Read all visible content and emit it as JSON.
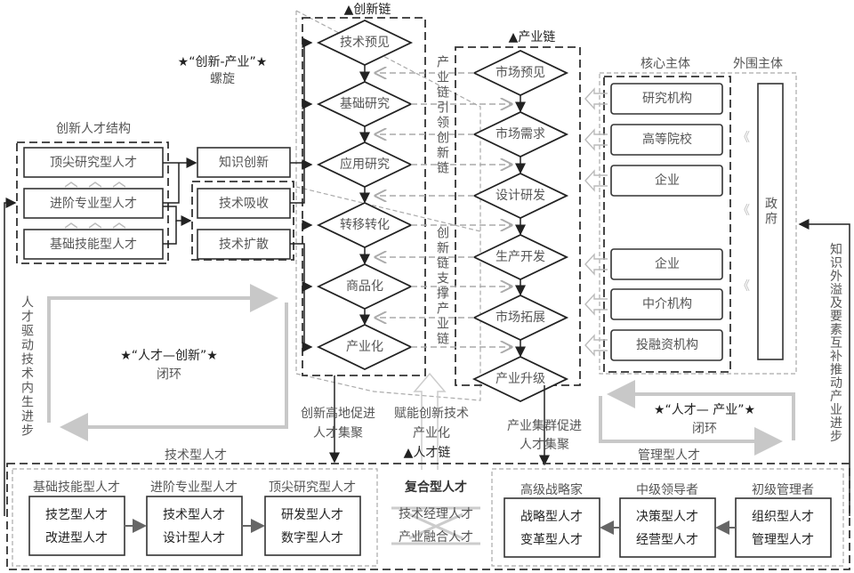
{
  "innovation_chain": {
    "title": "▲创新链",
    "nodes": [
      "技术预见",
      "基础研究",
      "应用研究",
      "转移转化",
      "商品化",
      "产业化"
    ]
  },
  "industry_chain": {
    "title": "▲产业链",
    "nodes": [
      "市场预见",
      "市场需求",
      "设计研发",
      "生产开发",
      "市场拓展",
      "产业升级"
    ]
  },
  "between_chains": {
    "upper": "产业链引领创新链",
    "lower": "创新链支撑产业链"
  },
  "spiral": {
    "title": "★“创新-产业”★",
    "subtitle": "螺旋"
  },
  "talent_structure": {
    "title": "创新人才结构",
    "items": [
      "顶尖研究型人才",
      "进阶专业型人才",
      "基础技能型人才"
    ]
  },
  "tech_processes": [
    "知识创新",
    "技术吸收",
    "技术扩散"
  ],
  "subjects": {
    "core_title": "核心主体",
    "outer_title": "外围主体",
    "core_items": [
      "研究机构",
      "高等院校",
      "企业",
      "企业",
      "中介机构",
      "投融资机构"
    ],
    "outer_item": "政府"
  },
  "left_side_text": "人才驱动技术内生进步",
  "right_side_text": "知识外溢及要素互补推动产业进步",
  "talent_innovation_loop": {
    "title": "★“人才—创新”★",
    "subtitle": "闭环"
  },
  "talent_industry_loop": {
    "title": "★“人才— 产业”★",
    "subtitle": "闭环"
  },
  "middle_labels": {
    "innovation_highland": [
      "创新高地促进",
      "人才集聚"
    ],
    "empower": [
      "赋能创新技术",
      "产业化"
    ],
    "talent_chain": "▲人才链",
    "industry_cluster": [
      "产业集群促进",
      "人才集聚"
    ]
  },
  "technical_talent": {
    "title": "技术型人才",
    "levels": [
      {
        "label": "基础技能型人才",
        "lines": [
          "技艺型人才",
          "改进型人才"
        ]
      },
      {
        "label": "进阶专业型人才",
        "lines": [
          "技术型人才",
          "设计型人才"
        ]
      },
      {
        "label": "顶尖研究型人才",
        "lines": [
          "研发型人才",
          "数字型人才"
        ]
      }
    ]
  },
  "composite_talent": {
    "title": "复合型人才",
    "items": [
      "技术经理人才",
      "产业融合人才"
    ]
  },
  "management_talent": {
    "title": "管理型人才",
    "levels": [
      {
        "label": "高级战略家",
        "lines": [
          "战略型人才",
          "变革型人才"
        ]
      },
      {
        "label": "中级领导者",
        "lines": [
          "决策型人才",
          "经营型人才"
        ]
      },
      {
        "label": "初级管理者",
        "lines": [
          "组织型人才",
          "管理型人才"
        ]
      }
    ]
  }
}
